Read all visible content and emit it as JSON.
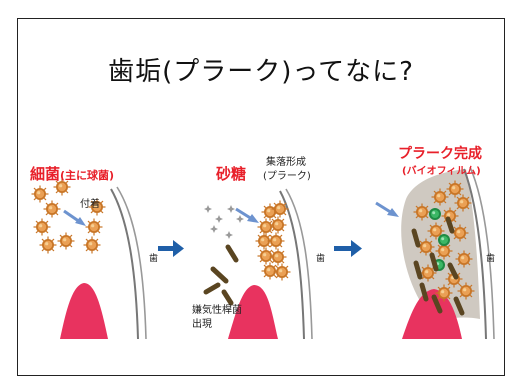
{
  "title": "歯垢(プラーク)ってなに?",
  "panel1": {
    "heading_main": "細菌",
    "heading_sub": "(主に球菌)",
    "attach_label": "付着",
    "tooth_label": "歯"
  },
  "panel2": {
    "heading": "砂糖",
    "colony_line1": "集落形成",
    "colony_line2": "(プラーク)",
    "anaerobe_line1": "嫌気性桿菌",
    "anaerobe_line2": "出現",
    "tooth_label": "歯"
  },
  "panel3": {
    "heading_line1": "プラーク完成",
    "heading_line2": "(バイオフィルム)",
    "tooth_label": "歯"
  },
  "colors": {
    "accent_red": "#e8202a",
    "gum_pink": "#e8335f",
    "arrow_blue": "#1f5fa8",
    "small_arrow_blue": "#6d93cf",
    "coccus_orange": "#d8862e",
    "rod_brown": "#5a4521",
    "green_cell": "#1f9a4a",
    "biofilm_gray": "#cfc9c1"
  }
}
